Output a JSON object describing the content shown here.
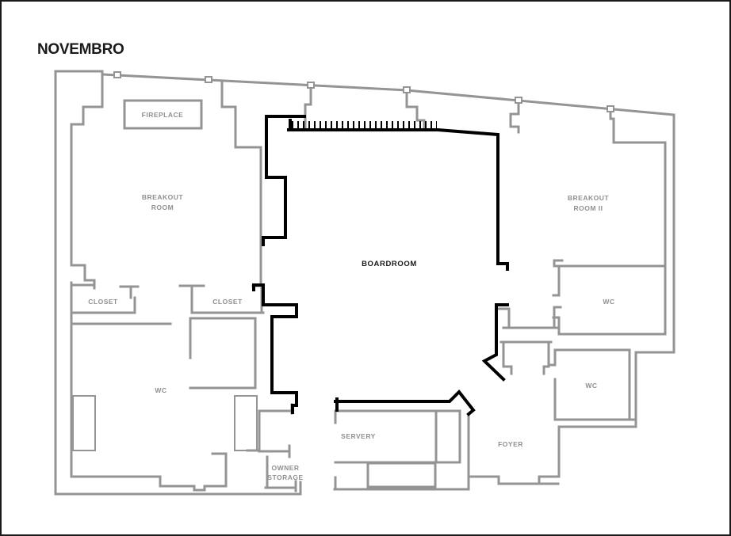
{
  "title": "NOVEMBRO",
  "colors": {
    "background": "#ffffff",
    "wall_gray": "#949494",
    "wall_black": "#000000",
    "label_gray": "#8f8f8f",
    "label_black": "#1a1a1a"
  },
  "rooms": {
    "fireplace": {
      "label": "FIREPLACE"
    },
    "breakout_room": {
      "line1": "BREAKOUT",
      "line2": "ROOM"
    },
    "breakout_room_ii": {
      "line1": "BREAKOUT",
      "line2": "ROOM II"
    },
    "boardroom": {
      "label": "BOARDROOM"
    },
    "closet_west": {
      "label": "CLOSET"
    },
    "closet_east": {
      "label": "CLOSET"
    },
    "wc_west": {
      "label": "WC"
    },
    "wc_northeast": {
      "label": "WC"
    },
    "wc_southeast": {
      "label": "WC"
    },
    "servery": {
      "label": "SERVERY"
    },
    "foyer": {
      "label": "FOYER"
    },
    "owner_storage": {
      "line1": "OWNER",
      "line2": "STORAGE"
    }
  }
}
